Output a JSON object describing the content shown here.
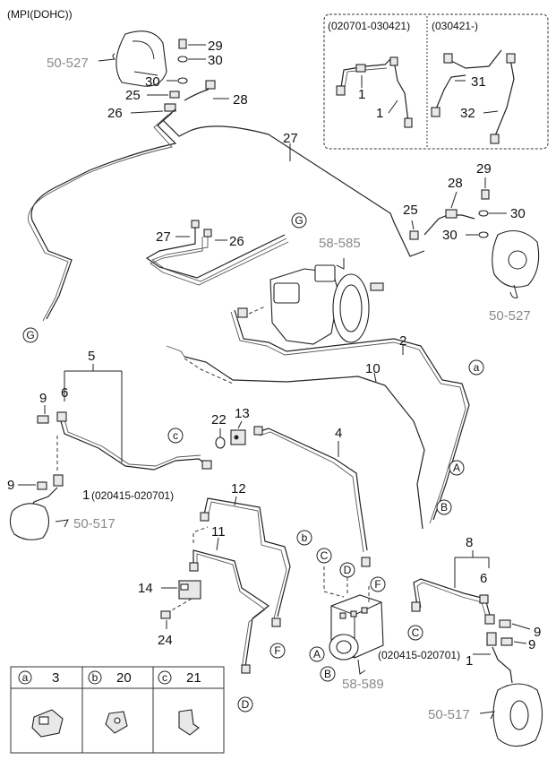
{
  "header": {
    "variant_label": "(MPI(DOHC))"
  },
  "callouts": [
    {
      "id": "c29a",
      "text": "29"
    },
    {
      "id": "c30a",
      "text": "30"
    },
    {
      "id": "c30b",
      "text": "30"
    },
    {
      "id": "c25a",
      "text": "25"
    },
    {
      "id": "c28a",
      "text": "28"
    },
    {
      "id": "c26a",
      "text": "26"
    },
    {
      "id": "c27a",
      "text": "27"
    },
    {
      "id": "c27b",
      "text": "27"
    },
    {
      "id": "c26b",
      "text": "26"
    },
    {
      "id": "c29b",
      "text": "29"
    },
    {
      "id": "c28b",
      "text": "28"
    },
    {
      "id": "c25b",
      "text": "25"
    },
    {
      "id": "c30c",
      "text": "30"
    },
    {
      "id": "c30d",
      "text": "30"
    },
    {
      "id": "c2",
      "text": "2"
    },
    {
      "id": "c10",
      "text": "10"
    },
    {
      "id": "c5",
      "text": "5"
    },
    {
      "id": "c6a",
      "text": "6"
    },
    {
      "id": "c9a",
      "text": "9"
    },
    {
      "id": "c13",
      "text": "13"
    },
    {
      "id": "c22",
      "text": "22"
    },
    {
      "id": "c4",
      "text": "4"
    },
    {
      "id": "c9b",
      "text": "9"
    },
    {
      "id": "c1a",
      "text": "1"
    },
    {
      "id": "c12",
      "text": "12"
    },
    {
      "id": "c11",
      "text": "11"
    },
    {
      "id": "c14",
      "text": "14"
    },
    {
      "id": "c24",
      "text": "24"
    },
    {
      "id": "c8",
      "text": "8"
    },
    {
      "id": "c6b",
      "text": "6"
    },
    {
      "id": "c9c",
      "text": "9"
    },
    {
      "id": "c9d",
      "text": "9"
    },
    {
      "id": "c1b",
      "text": "1"
    },
    {
      "id": "c1c",
      "text": "1"
    },
    {
      "id": "c1d",
      "text": "1"
    },
    {
      "id": "c31",
      "text": "31"
    },
    {
      "id": "c32",
      "text": "32"
    }
  ],
  "date_notes": [
    {
      "id": "d1",
      "text": "(020415-020701)"
    },
    {
      "id": "d2",
      "text": "(020415-020701)"
    }
  ],
  "inset": {
    "left_period": "(020701-030421)",
    "right_period": "(030421-)"
  },
  "references": [
    {
      "id": "r1",
      "text": "50-527"
    },
    {
      "id": "r2",
      "text": "58-585"
    },
    {
      "id": "r3",
      "text": "50-527"
    },
    {
      "id": "r4",
      "text": "50-517"
    },
    {
      "id": "r5",
      "text": "58-589"
    },
    {
      "id": "r6",
      "text": "50-517"
    }
  ],
  "connectors": [
    {
      "id": "g1",
      "text": "G"
    },
    {
      "id": "g2",
      "text": "G"
    },
    {
      "id": "a1",
      "text": "a"
    },
    {
      "id": "b1",
      "text": "b"
    },
    {
      "id": "cc1",
      "text": "c"
    },
    {
      "id": "A1",
      "text": "A"
    },
    {
      "id": "B1",
      "text": "B"
    },
    {
      "id": "C1",
      "text": "C"
    },
    {
      "id": "D1",
      "text": "D"
    },
    {
      "id": "F1",
      "text": "F"
    },
    {
      "id": "A2",
      "text": "A"
    },
    {
      "id": "B2",
      "text": "B"
    },
    {
      "id": "C2",
      "text": "C"
    },
    {
      "id": "D2",
      "text": "D"
    },
    {
      "id": "F2",
      "text": "F"
    }
  ],
  "legend": [
    {
      "key": "a",
      "part": "3"
    },
    {
      "key": "b",
      "part": "20"
    },
    {
      "key": "c",
      "part": "21"
    }
  ]
}
